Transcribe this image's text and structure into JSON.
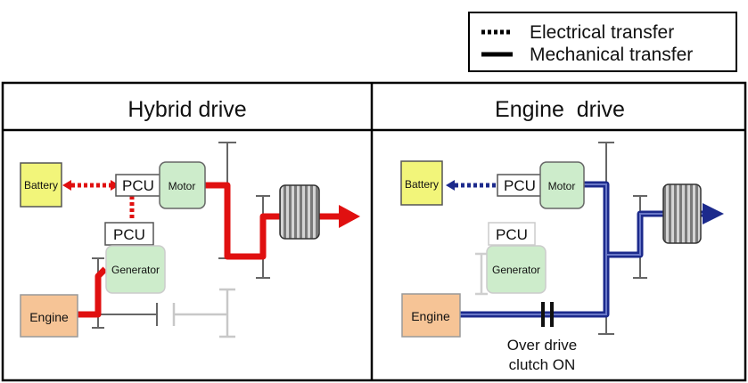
{
  "legend": {
    "electrical": "Electrical transfer",
    "mechanical": "Mechanical transfer"
  },
  "panels": [
    {
      "title": "Hybrid drive",
      "battery": "Battery",
      "pcu_top": "PCU",
      "motor": "Motor",
      "pcu_bottom": "PCU",
      "generator": "Generator",
      "engine": "Engine"
    },
    {
      "title": "Engine  drive",
      "battery": "Battery",
      "pcu_top": "PCU",
      "motor": "Motor",
      "pcu_bottom": "PCU",
      "generator": "Generator",
      "engine": "Engine",
      "clutch_line1": "Over drive",
      "clutch_line2": "clutch ON"
    }
  ],
  "colors": {
    "hybrid_flow": "#e01010",
    "engine_flow": "#1c2a8c",
    "battery": "#f2f57a",
    "motor": "#cdeccb",
    "engine": "#f6c496"
  }
}
